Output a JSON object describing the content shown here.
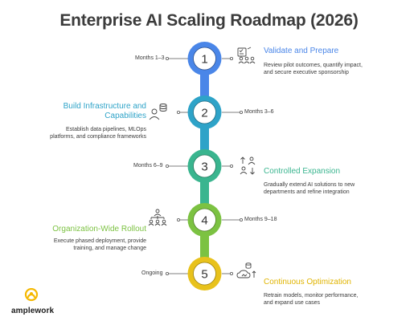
{
  "title": "Enterprise AI Scaling Roadmap (2026)",
  "brand": {
    "name": "amplework",
    "color": "#f5b800"
  },
  "steps": [
    {
      "number": "1",
      "months": "Months 1–3",
      "title": "Validate and Prepare",
      "description": "Review pilot outcomes, quantify impact, and secure executive sponsorship",
      "color": "#4a86e8",
      "icon": "checklist-team-icon"
    },
    {
      "number": "2",
      "months": "Months 3–6",
      "title": "Build Infrastructure and Capabilities",
      "description": "Establish data pipelines, MLOps platforms, and compliance frameworks",
      "color": "#2ea3c8",
      "icon": "person-database-icon"
    },
    {
      "number": "3",
      "months": "Months 6–9",
      "title": "Controlled Expansion",
      "description": "Gradually extend AI solutions to new departments and refine integration",
      "color": "#3ab58f",
      "icon": "people-exchange-icon"
    },
    {
      "number": "4",
      "months": "Months 9–18",
      "title": "Organization-Wide Rollout",
      "description": "Execute phased deployment, provide training, and manage change",
      "color": "#7cc242",
      "icon": "org-chart-icon"
    },
    {
      "number": "5",
      "months": "Ongoing",
      "title": "Continuous Optimization",
      "description": "Retrain models, monitor performance, and expand use cases",
      "color": "#e8c21c",
      "icon": "cloud-database-growth-icon"
    }
  ]
}
